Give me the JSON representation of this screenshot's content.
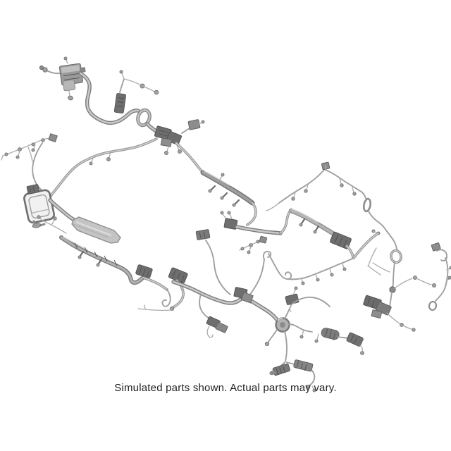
{
  "image": {
    "subject": "Automotive wiring harness assembly",
    "description": "Grayscale 3D rendering of a complete vehicle wiring harness with branching wires, dark multi-pin connectors, ring grommets, clips and protective sheathing, laid out diagonally on a plain white background",
    "alt": "Wiring harness"
  },
  "caption": {
    "text": "Simulated parts shown. Actual parts may vary."
  },
  "colors": {
    "background": "#ffffff",
    "caption_text": "#1f1f1f",
    "wire_light": "#c9c9c9",
    "wire_mid": "#a0a0a0",
    "wire_dark": "#8a8a8a",
    "sheath": "#c4c4c4",
    "connector_dark": "#6e6e6e",
    "connector_mid": "#8d8d8d"
  }
}
